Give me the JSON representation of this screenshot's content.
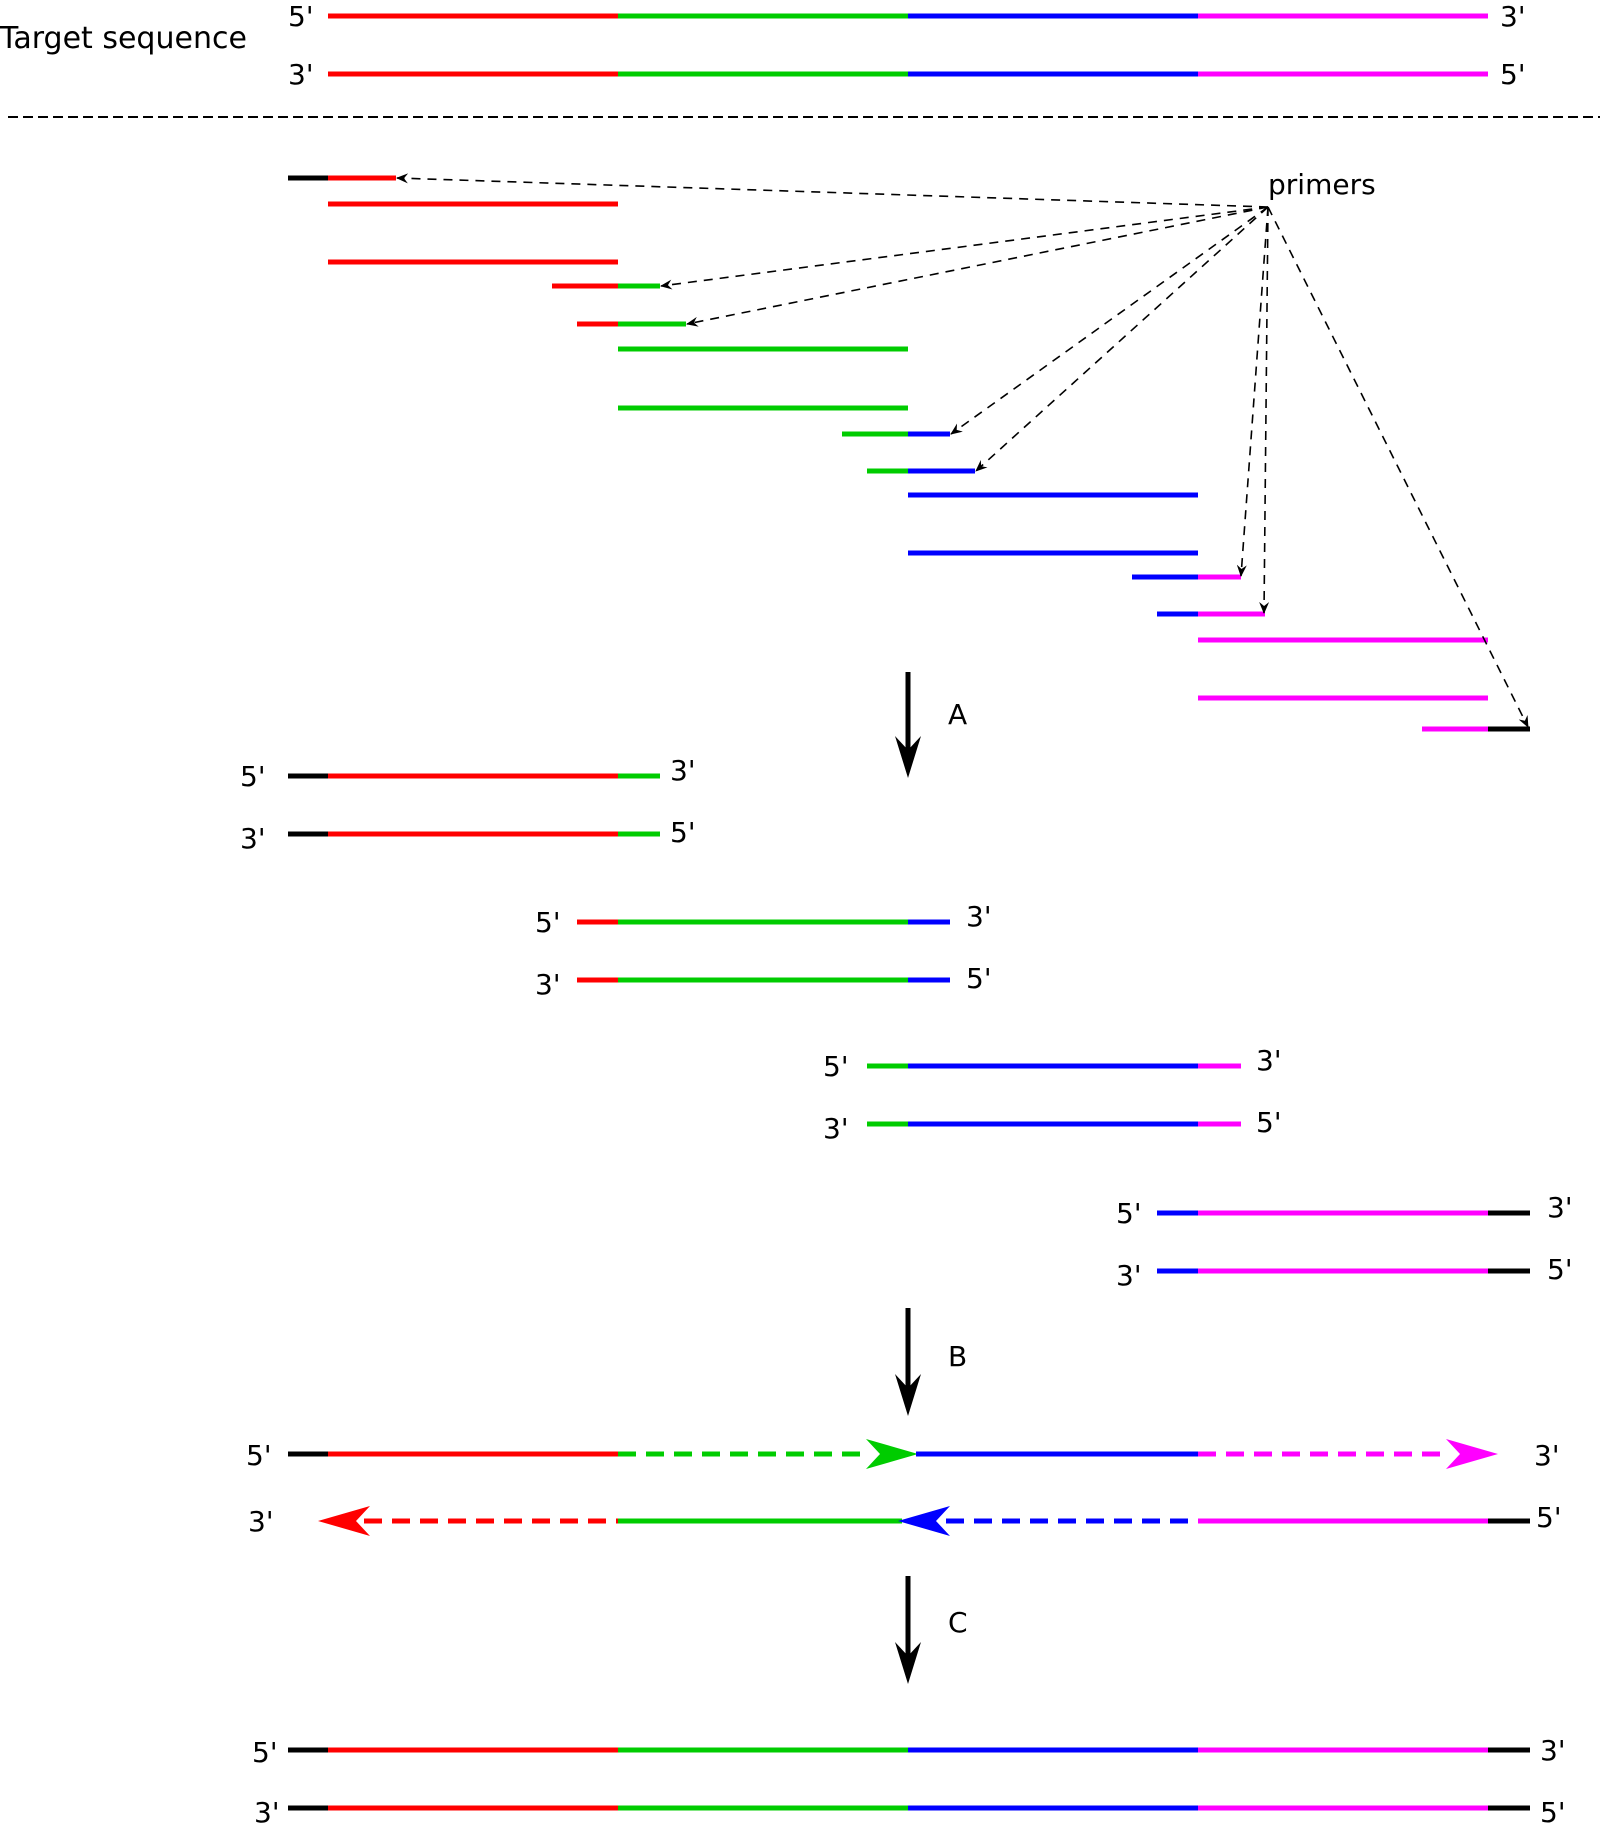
{
  "colors": {
    "black": "#000000",
    "red": "#ff0000",
    "green": "#00cc00",
    "blue": "#0000ff",
    "magenta": "#ff00ff"
  },
  "labels": {
    "target_sequence": "Target sequence",
    "primers": "primers",
    "step_a": "A",
    "step_b": "B",
    "step_c": "C",
    "five_prime": "5'",
    "three_prime": "3'"
  },
  "segments": [
    "red",
    "green",
    "blue",
    "magenta"
  ],
  "sections": {
    "target": "Target sequence: double-stranded, four colored segments",
    "primers": "Overlapping primer fragments with adapter tails",
    "step_a": "Four double-stranded PCR products with overlapping ends",
    "step_b": "Overlap extension (dashed = newly synthesized)",
    "step_c": "Full-length assembled product with black adapter ends"
  }
}
